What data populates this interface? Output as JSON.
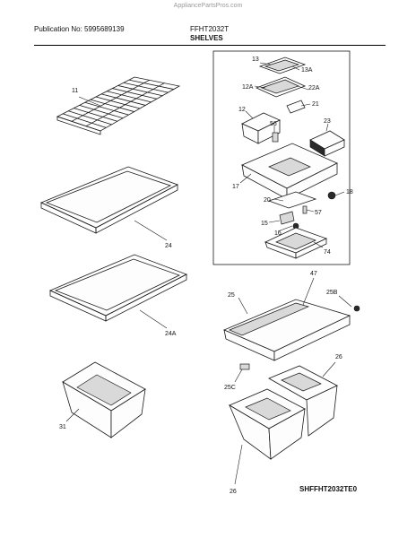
{
  "watermark": "AppliancePartsPros.com",
  "header": {
    "publication": "Publication No: 5995689139",
    "model": "FFHT2032T",
    "section": "SHELVES"
  },
  "callouts": {
    "c11": "11",
    "c24": "24",
    "c24a": "24A",
    "c31": "31",
    "c13": "13",
    "c13a": "13A",
    "c12a": "12A",
    "c22a": "22A",
    "c12": "12",
    "c21": "21",
    "c56": "56",
    "c23": "23",
    "c17": "17",
    "c20": "20",
    "c18": "18",
    "c57": "57",
    "c15": "15",
    "c16": "16",
    "c74": "74",
    "c47": "47",
    "c25": "25",
    "c25b": "25B",
    "c25c": "25C",
    "c26a": "26",
    "c26b": "26"
  },
  "footer": {
    "code": "SHFFHT2032TE0"
  }
}
